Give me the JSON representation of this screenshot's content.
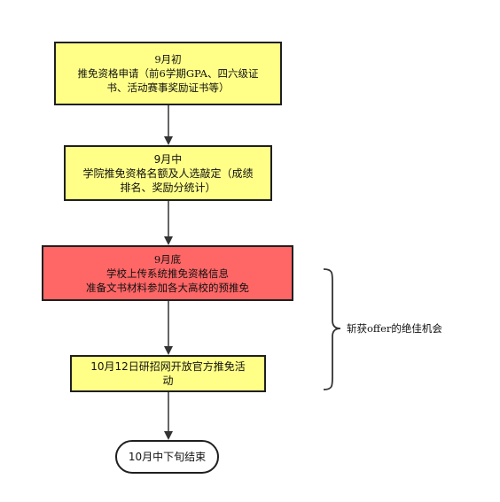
{
  "diagram": {
    "steps": [
      {
        "title": "9月初",
        "lines": [
          "推免资格申请（前6学期GPA、四六级证",
          "书、活动赛事奖励证书等）"
        ],
        "fill": "#ffff88"
      },
      {
        "title": "9月中",
        "lines": [
          "学院推免资格名额及人选敲定（成绩",
          "排名、奖励分统计）"
        ],
        "fill": "#ffff88"
      },
      {
        "title": "9月底",
        "lines": [
          "学校上传系统推免资格信息",
          "准备文书材料参加各大高校的预推免"
        ],
        "fill": "#ff6666"
      },
      {
        "title": "",
        "lines": [
          "10月12日研招网开放官方推免活",
          "动"
        ],
        "fill": "#ffff88"
      },
      {
        "title": "",
        "lines": [
          "10月中下旬结束"
        ],
        "fill": "#ffffff"
      }
    ],
    "brace_label": "斩获offer的绝佳机会"
  }
}
